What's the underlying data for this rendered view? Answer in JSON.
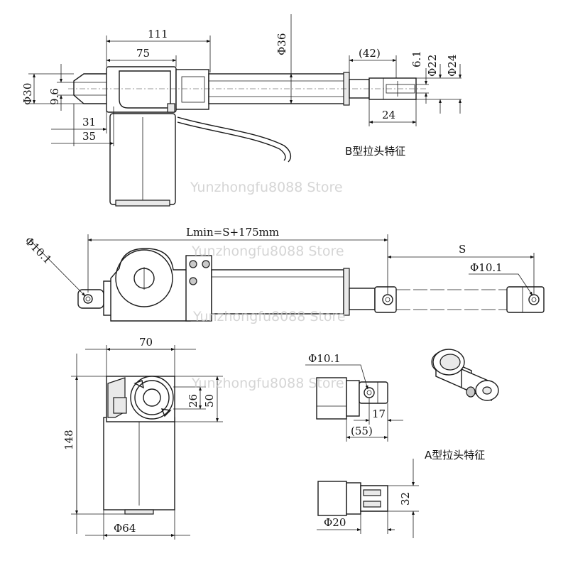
{
  "top_view": {
    "dim_111": "111",
    "dim_75": "75",
    "dim_phi36": "Φ36",
    "dim_42": "(42)",
    "dim_6_1": "6.1",
    "dim_phi22": "Φ22",
    "dim_phi24": "Φ24",
    "dim_phi30": "Φ30",
    "dim_9_6": "9.6",
    "dim_31": "31",
    "dim_35": "35",
    "dim_24": "24",
    "b_caption": "B型拉头特征"
  },
  "side_view": {
    "dim_phi10_1_left": "Φ10.1",
    "dim_lmin": "Lmin=S+175mm",
    "dim_s": "S",
    "dim_phi10_1_right": "Φ10.1"
  },
  "front_view": {
    "dim_70": "70",
    "dim_148": "148",
    "dim_26": "26",
    "dim_50": "50",
    "dim_phi64": "Φ64"
  },
  "a_detail": {
    "dim_phi10_1": "Φ10.1",
    "dim_17": "17",
    "dim_55": "(55)",
    "a_caption": "A型拉头特征",
    "dim_32": "32",
    "dim_phi20": "Φ20"
  },
  "watermarks": [
    "Yunzhongfu8088 Store",
    "Yunzhongfu8088 Store",
    "Yunzhongfu8088 Store",
    "Yunzhongfu8088 Store"
  ]
}
